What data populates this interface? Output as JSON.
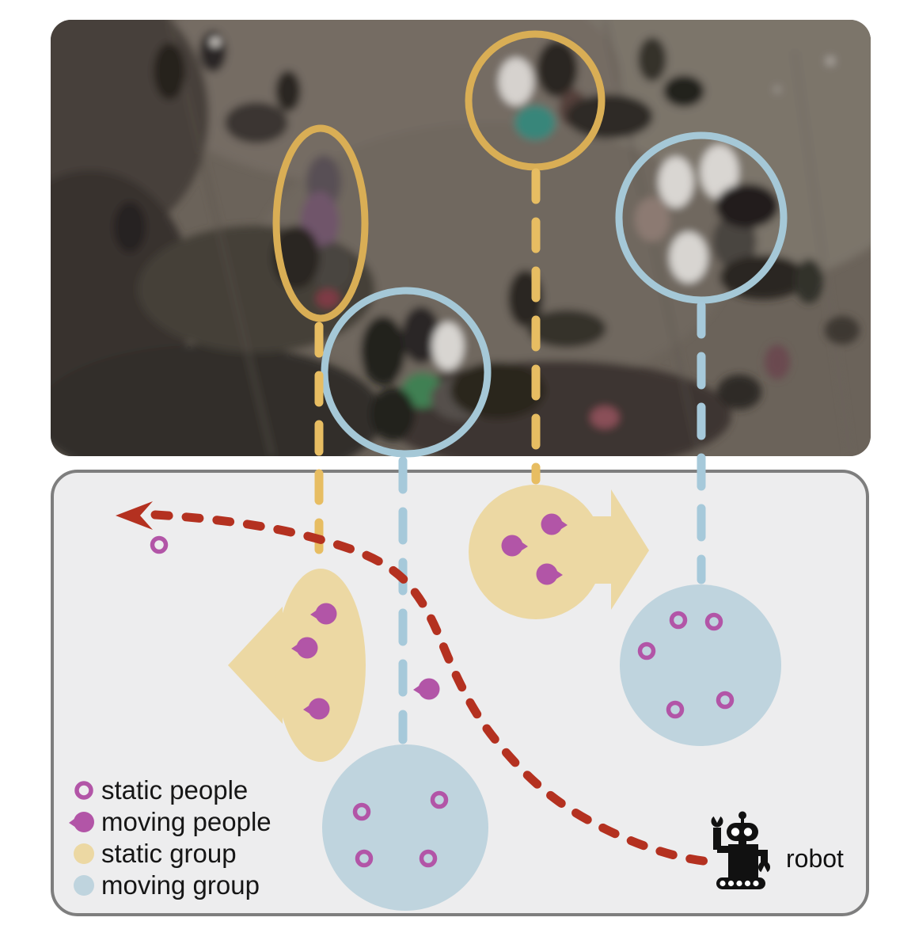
{
  "figure": {
    "kind": "crowd-grouping-figure"
  },
  "photo": {
    "annotations": [
      {
        "name": "static-group-ellipse-left",
        "shape": "ellipse",
        "color": "#d9ae55",
        "meaning": "static group"
      },
      {
        "name": "static-group-circle-top",
        "shape": "circle",
        "color": "#d9ae55",
        "meaning": "static group"
      },
      {
        "name": "moving-group-circle-center",
        "shape": "circle",
        "color": "#a5c8d7",
        "meaning": "moving group"
      },
      {
        "name": "moving-group-circle-right",
        "shape": "circle",
        "color": "#a5c8d7",
        "meaning": "moving group"
      }
    ]
  },
  "diagram": {
    "groups": [
      {
        "name": "static-group-left",
        "fill": "#ecd8a3",
        "arrow": "left",
        "members": {
          "type": "moving people",
          "count": 3
        }
      },
      {
        "name": "static-group-top",
        "fill": "#ecd8a3",
        "arrow": "right",
        "members": {
          "type": "moving people",
          "count": 3
        }
      },
      {
        "name": "moving-group-bottom",
        "fill": "#bfd4de",
        "members": {
          "type": "static people",
          "count": 4
        }
      },
      {
        "name": "moving-group-right",
        "fill": "#bfd4de",
        "members": {
          "type": "static people",
          "count": 5
        }
      }
    ],
    "individuals": [
      {
        "type": "static person",
        "position": "upper-left"
      },
      {
        "type": "moving person",
        "position": "center"
      }
    ],
    "trajectory": {
      "color": "#b43120",
      "style": "dashed",
      "arrowhead": "left"
    }
  },
  "legend": {
    "items": [
      {
        "label": "static people",
        "marker": "hollow-dot",
        "color": "#b255a7"
      },
      {
        "label": "moving people",
        "marker": "filled-teardrop",
        "color": "#b255a7"
      },
      {
        "label": "static group",
        "marker": "filled-circle",
        "color": "#ecd8a3"
      },
      {
        "label": "moving group",
        "marker": "filled-circle",
        "color": "#bfd4de"
      }
    ]
  },
  "robot": {
    "label": "robot"
  },
  "colors": {
    "panel_bg": "#ededee",
    "panel_border": "#7e7e7e",
    "static_group": "#ecd8a3",
    "moving_group": "#bfd4de",
    "people": "#b255a7",
    "trajectory": "#b43120",
    "connector_yellow": "#e7bd62",
    "connector_blue": "#a6c9da"
  }
}
